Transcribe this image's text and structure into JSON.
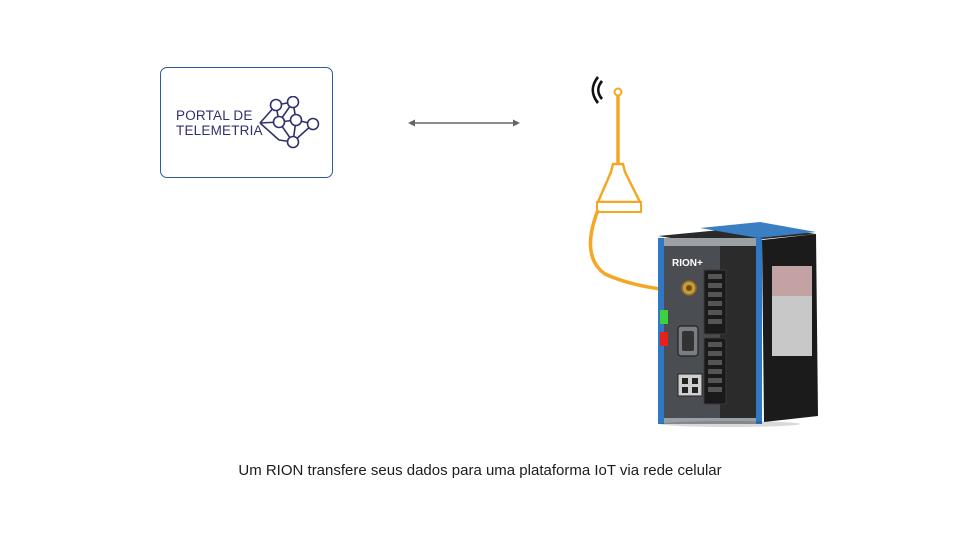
{
  "portal": {
    "line1": "PORTAL DE",
    "line2": "TELEMETRIA",
    "brand_color": "#30306e",
    "border_color": "#2f5aa3"
  },
  "device": {
    "brand": "RION+",
    "led_colors": [
      "#3cd23c",
      "#e8201a"
    ],
    "cable_color": "#f5a623"
  },
  "icons": [
    "network-graph-icon",
    "wireless-signal-icon",
    "bidirectional-arrow-icon"
  ],
  "caption": "Um RION transfere seus dados para uma plataforma IoT via rede celular"
}
